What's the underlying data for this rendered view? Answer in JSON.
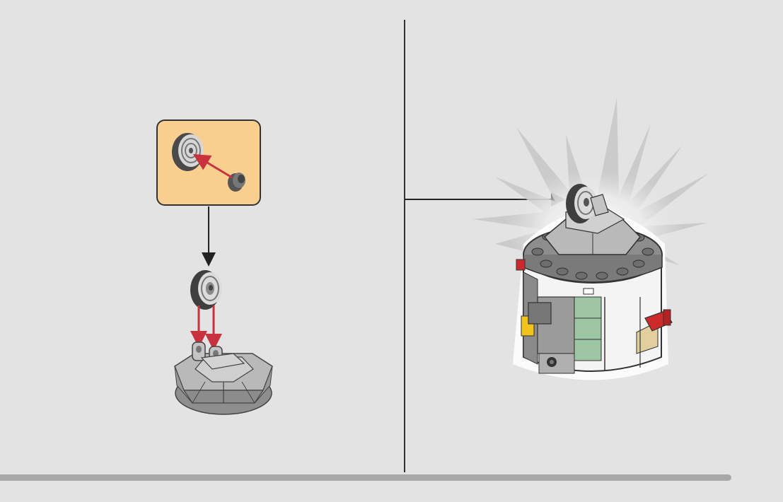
{
  "instruction_step": {
    "panel_left": {
      "callout": {
        "parts": [
          "tire",
          "wheel-hub"
        ]
      },
      "assembled_part": "wheel-with-tire",
      "target_part": "turntable-base-with-clips"
    },
    "panel_right": {
      "model": "droid-body",
      "attached_part": "wheel-with-tire",
      "highlight": "starburst"
    }
  },
  "colors": {
    "background": "#e3e3e3",
    "callout_fill": "#f9cf8f",
    "arrow_red": "#c8323c",
    "brick_gray": "#a9a9a9",
    "brick_dark": "#555555",
    "brick_white": "#f4f4f4",
    "brick_green": "#9fc6a4",
    "brick_red": "#cc2a2a",
    "brick_yellow": "#f2c31c",
    "brick_tan": "#e2cf9e"
  }
}
